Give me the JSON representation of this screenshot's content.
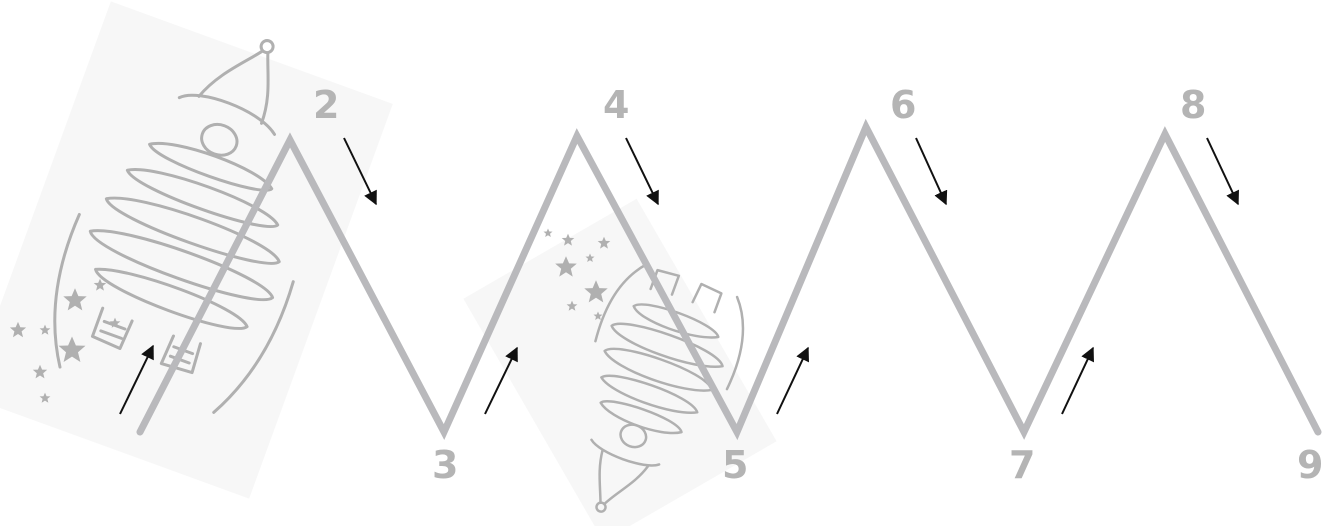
{
  "labels": {
    "n2": "2",
    "n3": "3",
    "n4": "4",
    "n5": "5",
    "n6": "6",
    "n7": "7",
    "n8": "8",
    "n9": "9"
  },
  "colors": {
    "track": "#b9b9bc",
    "label": "#b4b4b4",
    "arrow": "#111111",
    "drawing": "#b0b0b0"
  },
  "icons": [
    "rocket-drawing",
    "star-icon",
    "arrow-icon"
  ]
}
